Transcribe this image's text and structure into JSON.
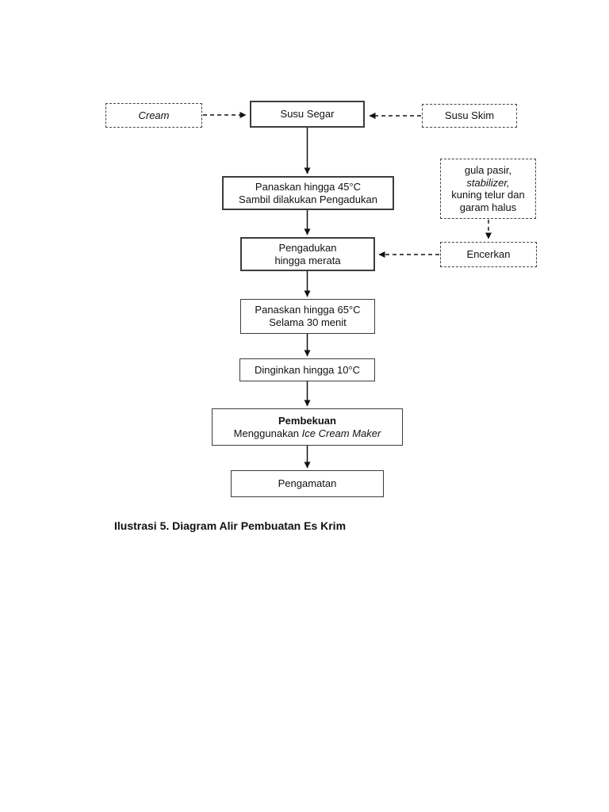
{
  "page": {
    "background": "#ffffff",
    "caption": "Ilustrasi 5. Diagram Alir Pembuatan Es Krim"
  },
  "colors": {
    "text": "#111111",
    "solid_border": "#3c3c3c",
    "dashed_border": "#444444",
    "arrow": "#111111"
  },
  "flowchart": {
    "nodes": {
      "cream": {
        "label": "Cream",
        "box_style": "dashed",
        "text_style": "italic"
      },
      "susu_segar": {
        "label": "Susu Segar",
        "box_style": "solid"
      },
      "susu_skim": {
        "label": "Susu Skim",
        "box_style": "dashed"
      },
      "panaskan_45": {
        "line1": "Panaskan hingga 45°C",
        "line2": "Sambil dilakukan Pengadukan",
        "box_style": "solid"
      },
      "bahan_tambahan": {
        "line1": "gula pasir,",
        "line2": "stabilizer,",
        "line3": "kuning telur dan",
        "line4": "garam halus",
        "box_style": "dashed",
        "line2_style": "italic"
      },
      "pengadukan": {
        "line1": "Pengadukan",
        "line2": "hingga merata",
        "box_style": "solid"
      },
      "encerkan": {
        "label": "Encerkan",
        "box_style": "dashed"
      },
      "panaskan_65": {
        "line1": "Panaskan hingga 65°C",
        "line2": "Selama 30 menit",
        "box_style": "solid"
      },
      "dinginkan": {
        "label": "Dinginkan hingga 10°C",
        "box_style": "solid"
      },
      "pembekuan": {
        "line1": "Pembekuan",
        "line1_style": "bold",
        "line2_prefix": "Menggunakan ",
        "line2_italic": "Ice Cream Maker",
        "box_style": "solid"
      },
      "pengamatan": {
        "label": "Pengamatan",
        "box_style": "solid"
      }
    },
    "connections": [
      {
        "from": "Cream",
        "to": "Susu Segar",
        "style": "dashed"
      },
      {
        "from": "Susu Skim",
        "to": "Susu Segar",
        "style": "dashed"
      },
      {
        "from": "Susu Segar",
        "to": "Panaskan hingga 45°C",
        "style": "solid"
      },
      {
        "from": "Panaskan hingga 45°C",
        "to": "Pengadukan hingga merata",
        "style": "solid"
      },
      {
        "from": "gula pasir, stabilizer, kuning telur dan garam halus",
        "to": "Encerkan",
        "style": "dashed"
      },
      {
        "from": "Encerkan",
        "to": "Pengadukan hingga merata",
        "style": "dashed"
      },
      {
        "from": "Pengadukan hingga merata",
        "to": "Panaskan hingga 65°C",
        "style": "solid"
      },
      {
        "from": "Panaskan hingga 65°C",
        "to": "Dinginkan hingga 10°C",
        "style": "solid"
      },
      {
        "from": "Dinginkan hingga 10°C",
        "to": "Pembekuan",
        "style": "solid"
      },
      {
        "from": "Pembekuan",
        "to": "Pengamatan",
        "style": "solid"
      }
    ]
  }
}
